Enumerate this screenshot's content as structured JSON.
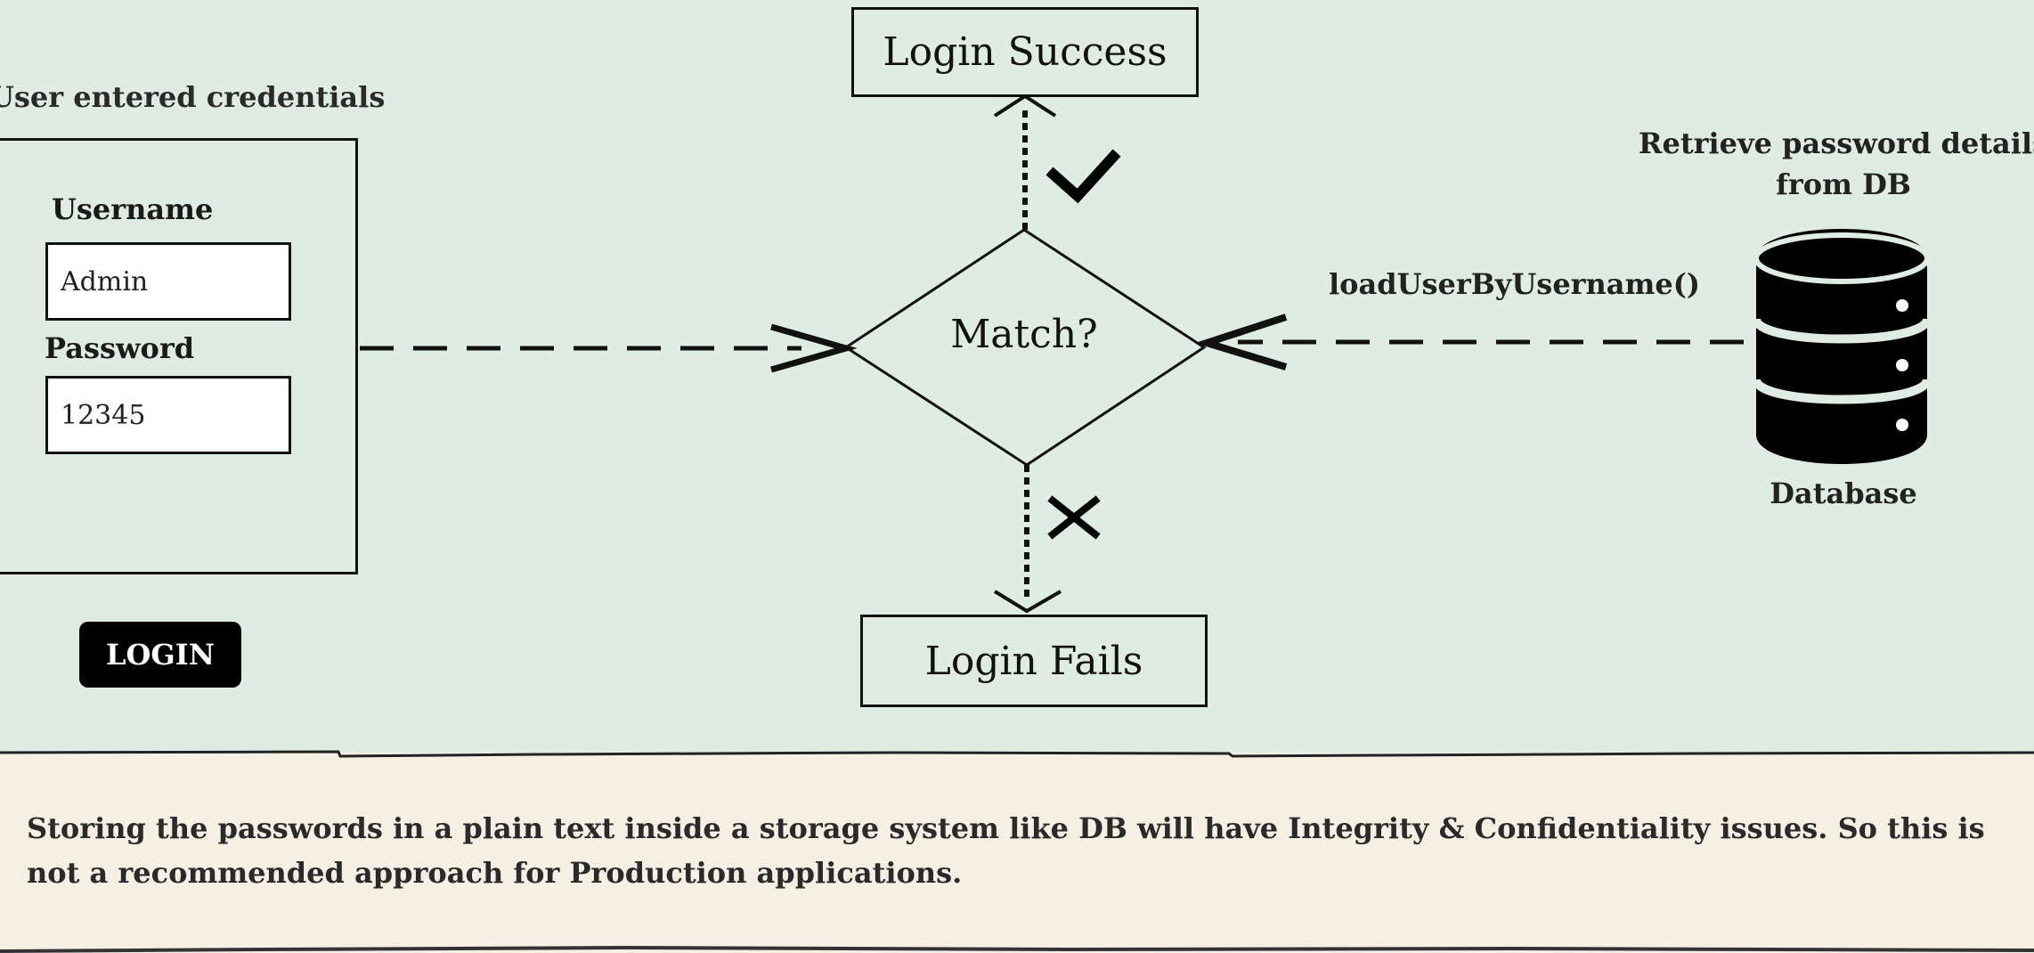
{
  "form": {
    "caption": "User entered credentials",
    "username_label": "Username",
    "username_value": "Admin",
    "password_label": "Password",
    "password_value": "12345",
    "login_button": "LOGIN"
  },
  "decision": {
    "label": "Match?"
  },
  "outcomes": {
    "success": "Login Success",
    "fail": "Login Fails"
  },
  "database": {
    "method": "loadUserByUsername()",
    "caption_line1": "Retrieve password details",
    "caption_line2": "from DB",
    "label": "Database"
  },
  "note": {
    "text": "Storing the passwords in a plain text inside a storage system like DB will have Integrity & Confidentiality issues. So this is not a recommended approach for Production applications."
  },
  "colors": {
    "canvas": "#dfece4",
    "note_band": "#f6efe4",
    "ink": "#111111"
  }
}
